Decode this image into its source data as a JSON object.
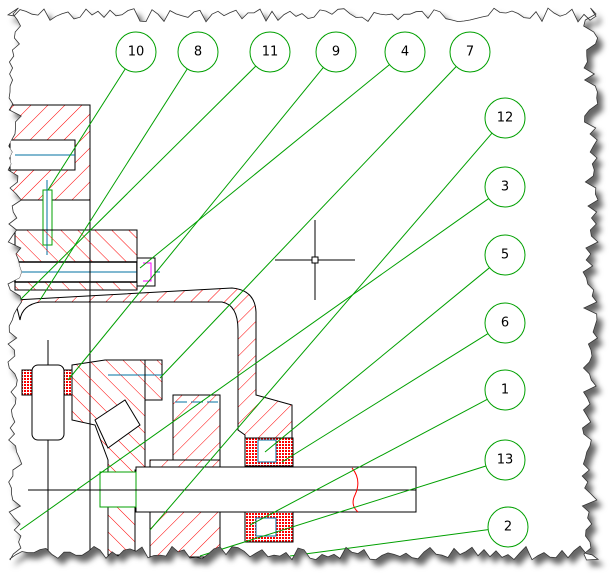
{
  "drawing": {
    "colors": {
      "outline": "#000000",
      "hatch": "#ff0000",
      "leader": "#00a000",
      "centerline": "#0070a0",
      "accent": "#ff00ff"
    },
    "balloons": [
      {
        "label": "10"
      },
      {
        "label": "8"
      },
      {
        "label": "11"
      },
      {
        "label": "9"
      },
      {
        "label": "4"
      },
      {
        "label": "7"
      },
      {
        "label": "12"
      },
      {
        "label": "3"
      },
      {
        "label": "5"
      },
      {
        "label": "6"
      },
      {
        "label": "1"
      },
      {
        "label": "13"
      },
      {
        "label": "2"
      }
    ]
  }
}
